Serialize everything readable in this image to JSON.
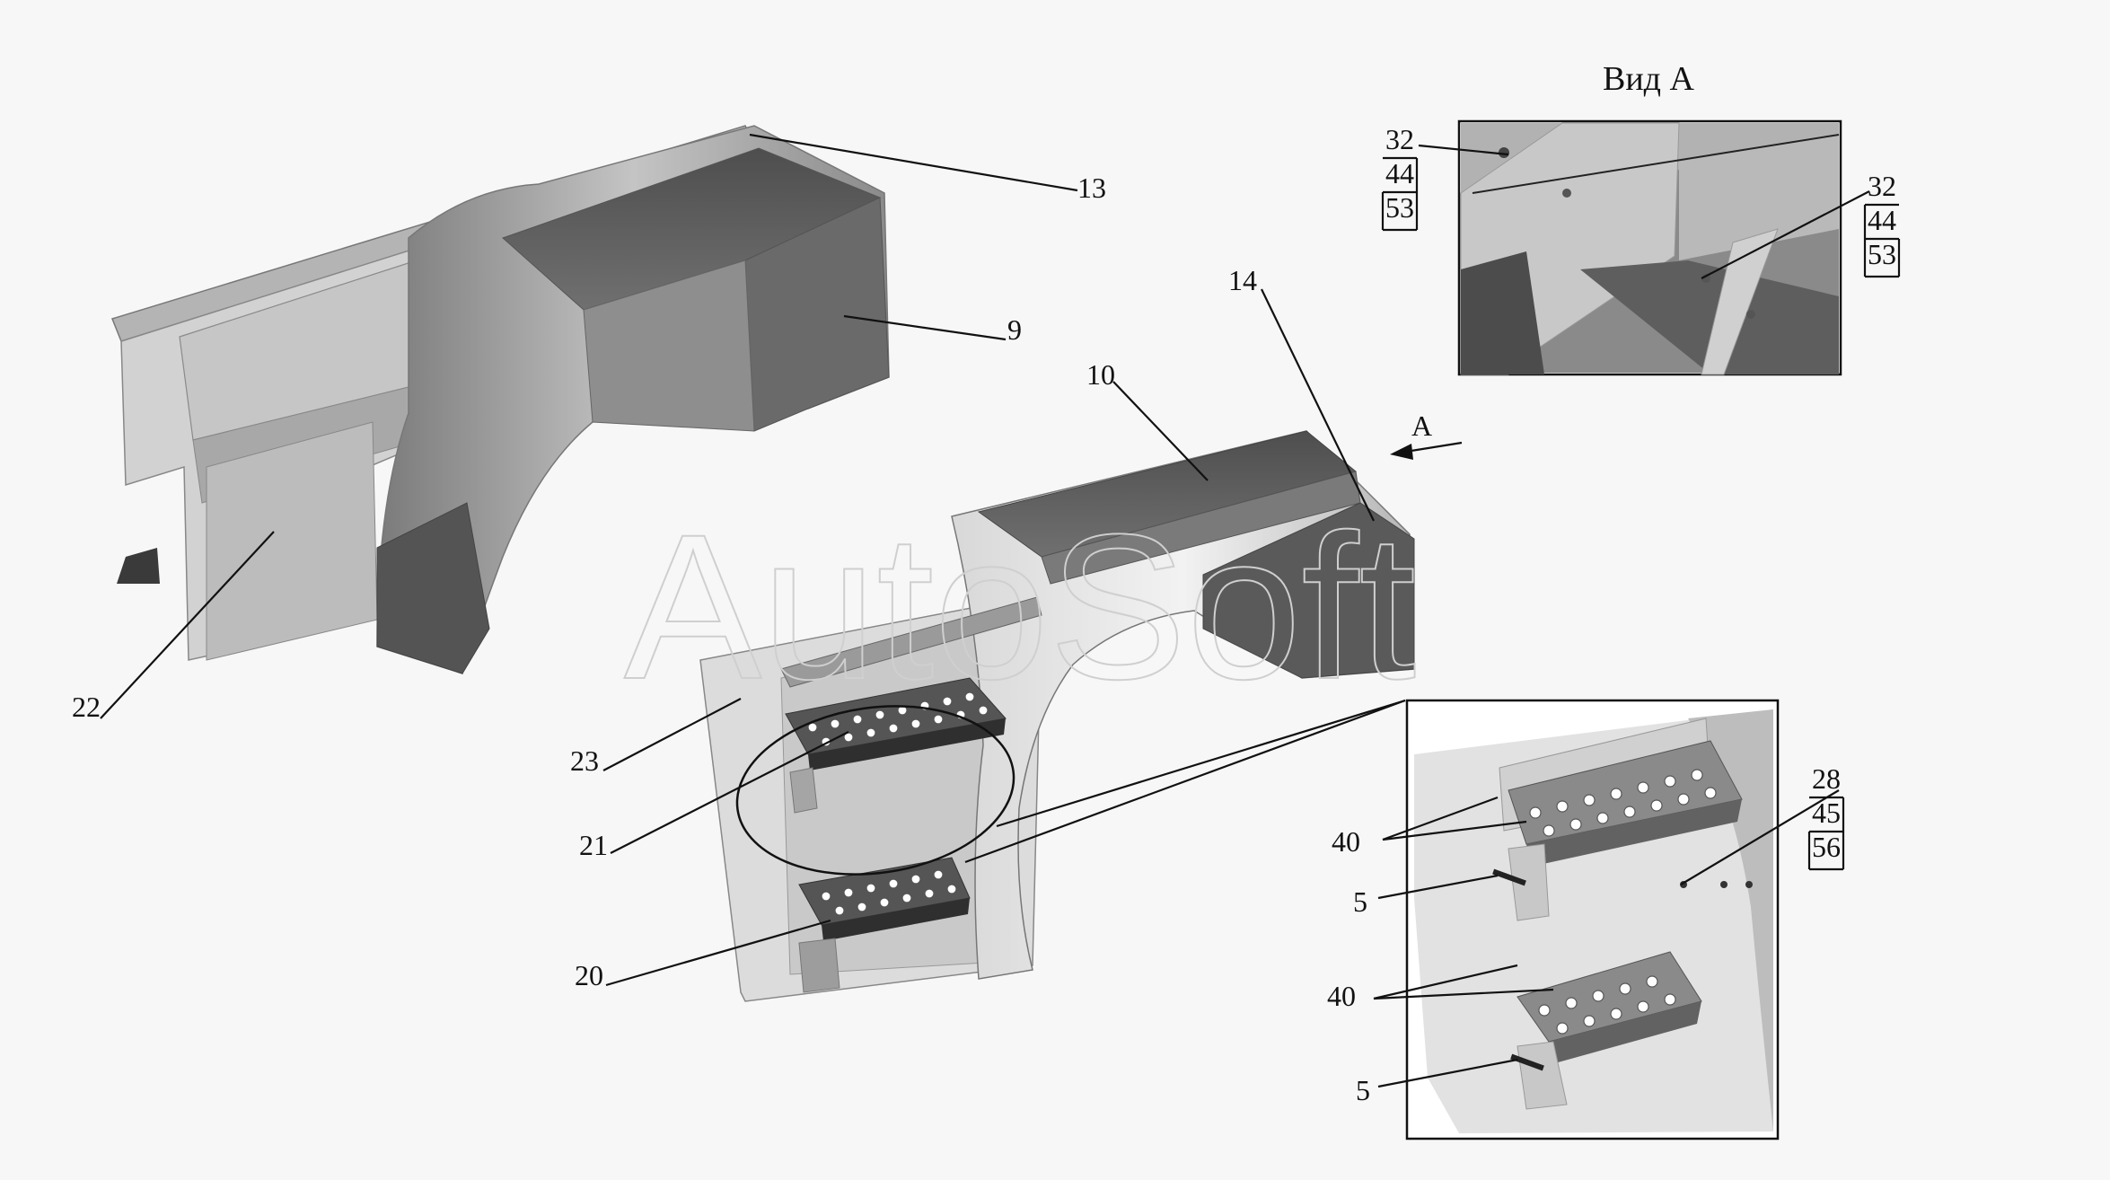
{
  "view_title": "Вид А",
  "watermark": "AutoSoft",
  "arrow_label": "A",
  "labels": {
    "l13": "13",
    "l9": "9",
    "l14": "14",
    "l10": "10",
    "l22": "22",
    "l23": "23",
    "l21": "21",
    "l20": "20",
    "l40a": "40",
    "l5a": "5",
    "l40b": "40",
    "l5b": "5"
  },
  "stacks": {
    "view_left": [
      "32",
      "44",
      "53"
    ],
    "view_right": [
      "32",
      "44",
      "53"
    ],
    "detail": [
      "28",
      "45",
      "56"
    ]
  },
  "colors": {
    "dark_panel": "#5b5b5b",
    "mid_panel": "#8c8c8c",
    "light_panel": "#c9c9c9",
    "background": "#f7f7f7"
  }
}
